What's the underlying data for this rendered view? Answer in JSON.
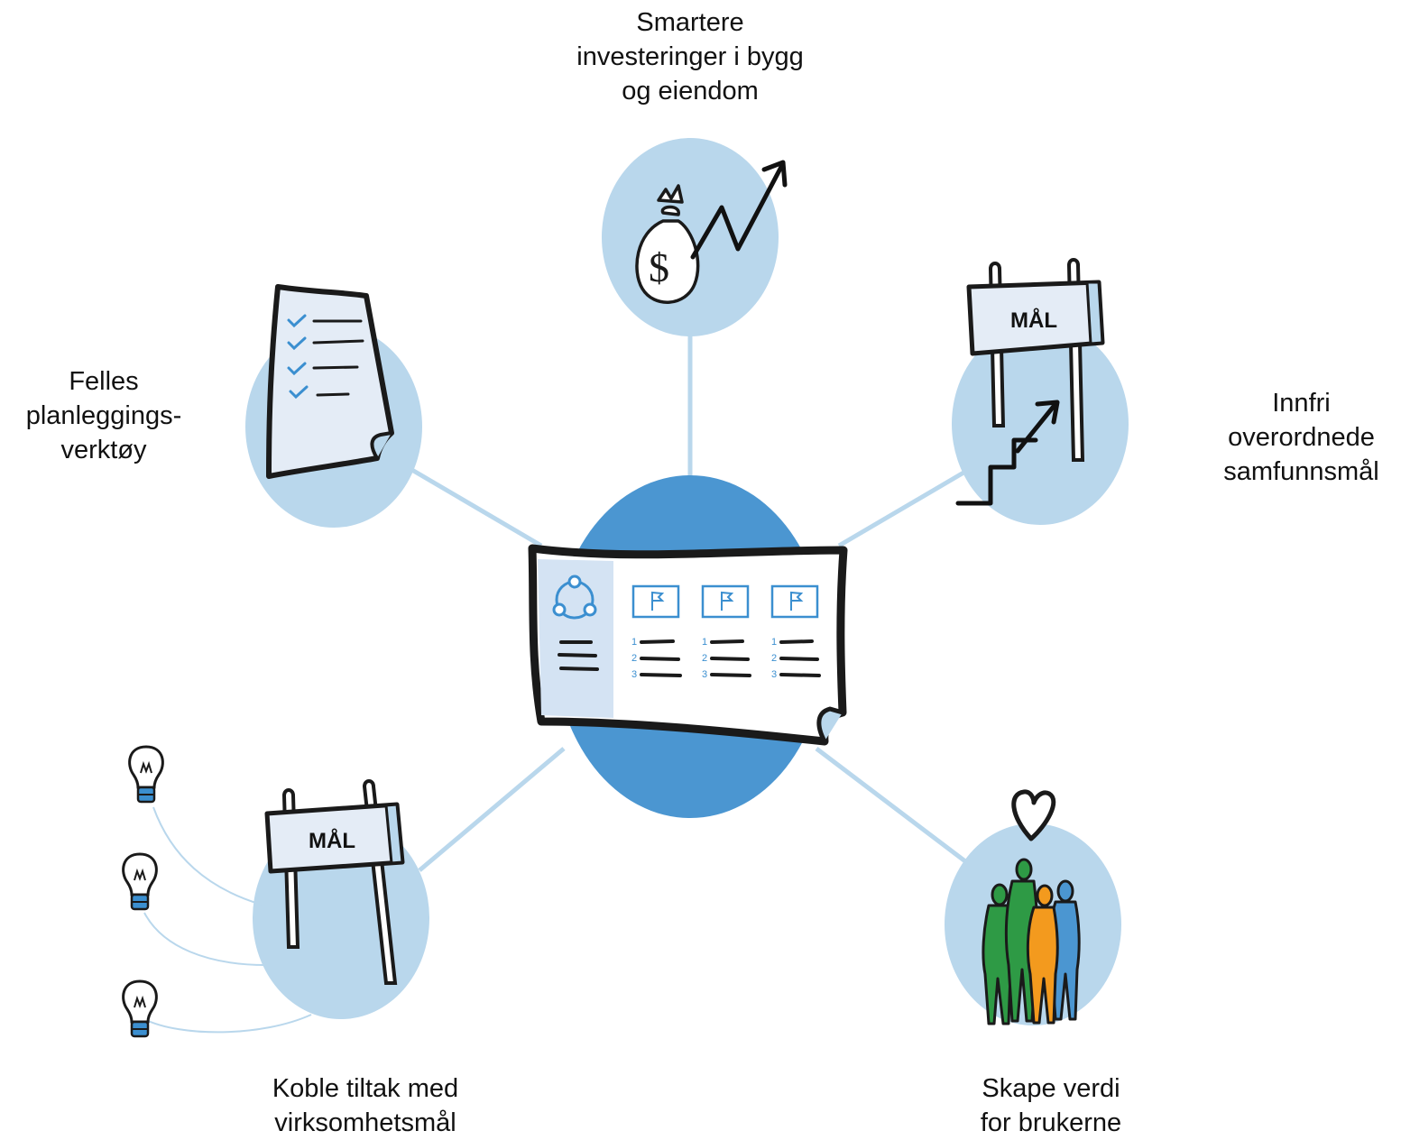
{
  "nodes": {
    "top": {
      "lines": [
        "Smartere",
        "investeringer i bygg",
        "og eiendom"
      ]
    },
    "left": {
      "lines": [
        "Felles",
        "planleggings-",
        "verktøy"
      ]
    },
    "right": {
      "lines": [
        "Innfri",
        "overordnede",
        "samfunnsmål"
      ]
    },
    "bottom_left": {
      "lines": [
        "Koble tiltak med",
        "virksomhetsmål"
      ]
    },
    "bottom_right": {
      "lines": [
        "Skape verdi",
        "for brukerne"
      ]
    }
  },
  "signs": {
    "goal_text": "MÅL"
  },
  "dashboard": {
    "list_numbers": [
      "1",
      "2",
      "3"
    ]
  },
  "colors": {
    "hub": "#4b96d1",
    "node": "#b9d7ec",
    "connector": "#b9d7ec",
    "paper": "#e4ecf6",
    "accent": "#3b8fd0",
    "outline": "#1a1a1a",
    "green": "#2e9a45",
    "orange": "#f39a1e",
    "blue_person": "#4b96d1"
  },
  "icons": [
    "money-bag-icon",
    "growth-arrow-icon",
    "checklist-icon",
    "goal-sign-icon",
    "stairs-icon",
    "lightbulb-icon",
    "people-icon",
    "heart-icon",
    "flag-icon",
    "network-icon"
  ]
}
